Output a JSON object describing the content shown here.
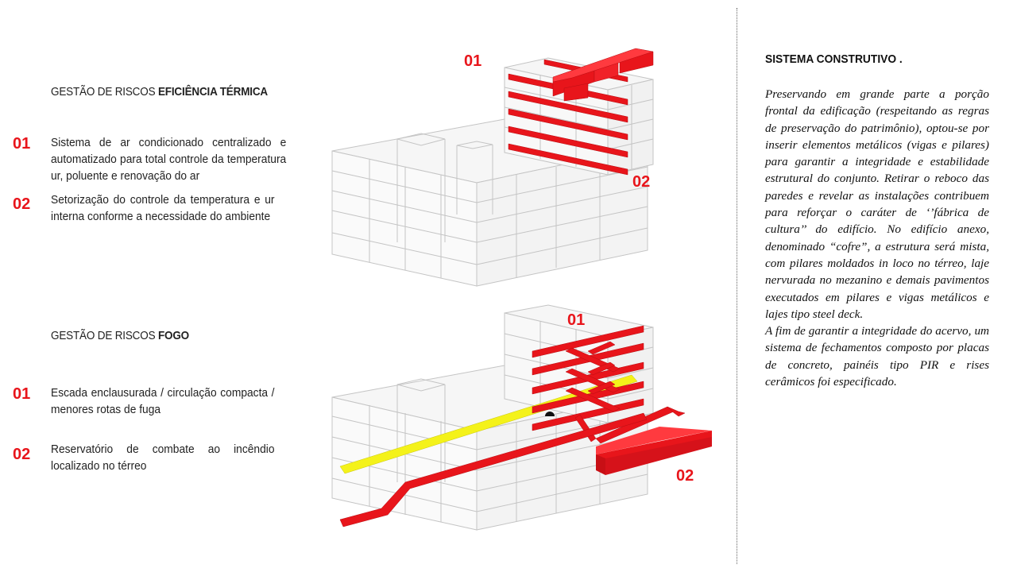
{
  "section_thermal": {
    "title_prefix": "GESTÃO DE RISCOS ",
    "title_bold": "EFICIÊNCIA TÉRMICA",
    "items": [
      {
        "num": "01",
        "text": "Sistema de ar condicionado centralizado e automatizado para total controle da temperatura ur, poluente e renovação do ar"
      },
      {
        "num": "02",
        "text": "Setorização do controle da temperatura e ur interna conforme a necessidade do ambiente"
      }
    ]
  },
  "section_fire": {
    "title_prefix": "GESTÃO DE RISCOS ",
    "title_bold": "FOGO",
    "items": [
      {
        "num": "01",
        "text": "Escada enclausurada / circulação compacta / menores rotas de fuga"
      },
      {
        "num": "02",
        "text": "Reservatório de combate ao incêndio localizado no térreo"
      }
    ]
  },
  "diagram_top": {
    "label_1": "01",
    "label_2": "02"
  },
  "diagram_bottom": {
    "label_1": "01",
    "label_2": "02"
  },
  "right": {
    "title": "SISTEMA CONSTRUTIVO .",
    "paragraph_1": "Preservando em grande parte a porção frontal da edificação (respeitando as regras de preservação do patrimônio), optou-se por inserir elementos metálicos (vigas e pilares) para garantir a integridade e estabilidade estrutural do conjunto. Retirar o reboco das paredes e revelar as instalações contribuem para reforçar o caráter de ‘’fábrica de cultura’’ do edifício. No edifício anexo, denominado “cofre”, a estrutura será mista, com pilares moldados in loco no térreo, laje nervurada no mezanino e demais pavimentos executados em pilares e vigas metálicos e lajes tipo steel deck.",
    "paragraph_2": "A fim de garantir a integridade do acervo, um sistema de fechamentos composto por placas de concreto, painéis tipo PIR e rises cerâmicos foi especificado."
  },
  "colors": {
    "accent_red": "#e8151b",
    "yellow": "#f4f21a",
    "line_gray": "#bdbdbd"
  }
}
